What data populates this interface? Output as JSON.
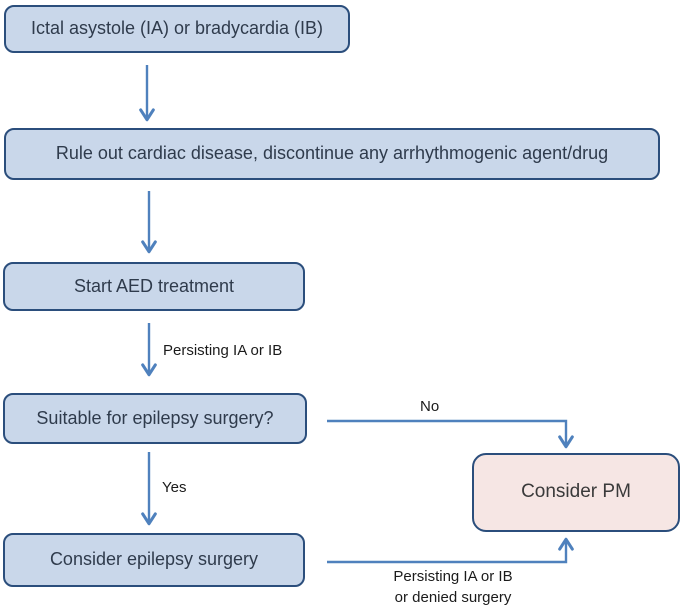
{
  "diagram": {
    "type": "flowchart",
    "topic": "Management of ictal asystole / bradycardia",
    "nodes": [
      {
        "id": "ia-ib",
        "label": "Ictal asystole (IA) or bradycardia (IB)"
      },
      {
        "id": "rule-out",
        "label": "Rule out cardiac disease, discontinue any arrhythmogenic agent/drug"
      },
      {
        "id": "aed",
        "label": "Start AED treatment"
      },
      {
        "id": "suitable",
        "label": "Suitable for epilepsy surgery?"
      },
      {
        "id": "surgery",
        "label": "Consider epilepsy surgery"
      },
      {
        "id": "pm",
        "label": "Consider PM"
      }
    ],
    "edges": [
      {
        "from": "ia-ib",
        "to": "rule-out",
        "label": ""
      },
      {
        "from": "rule-out",
        "to": "aed",
        "label": ""
      },
      {
        "from": "aed",
        "to": "suitable",
        "label": "Persisting IA or IB"
      },
      {
        "from": "suitable",
        "to": "pm",
        "label": "No"
      },
      {
        "from": "suitable",
        "to": "surgery",
        "label": "Yes"
      },
      {
        "from": "surgery",
        "to": "pm",
        "label": "Persisting IA or IB or denied surgery"
      }
    ],
    "edge_labels": {
      "persisting_1": "Persisting IA or IB",
      "no": "No",
      "yes": "Yes",
      "persisting_2_line1": "Persisting IA or IB",
      "persisting_2_line2": "or denied surgery"
    },
    "colors": {
      "node_fill": "#c9d7ea",
      "node_border": "#2b4e7c",
      "pm_fill": "#f6e6e4",
      "arrow": "#4f81bd",
      "node_text": "#2f3b4c",
      "label_text": "#1b1b1b",
      "background": "#ffffff"
    }
  }
}
